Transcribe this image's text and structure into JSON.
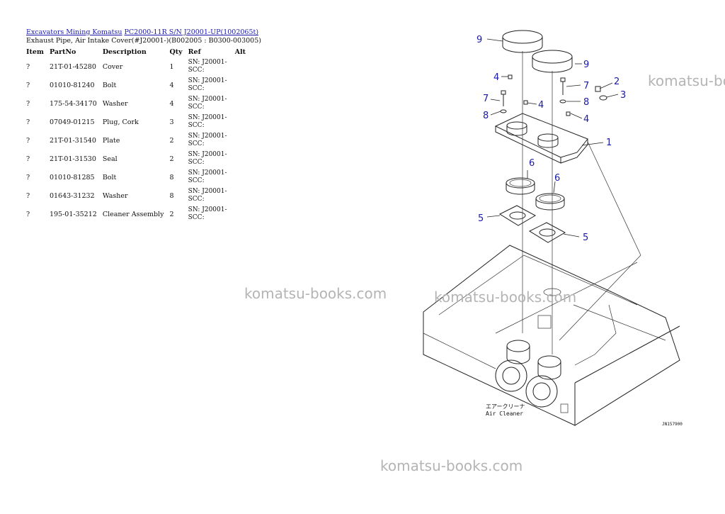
{
  "breadcrumb": {
    "link1": "Excavators Mining Komatsu",
    "link2": "PC2000-11R S/N J20001-UP(1002065t)"
  },
  "subtitle": "Exhaust Pipe, Air Intake Cover(#J20001-)(B002005 : B0300-003005)",
  "table": {
    "headers": {
      "item": "Item",
      "partno": "PartNo",
      "desc": "Description",
      "qty": "Qty",
      "ref": "Ref",
      "alt": "Alt"
    },
    "rows": [
      {
        "item": "?",
        "partno": "21T-01-45280",
        "desc": "Cover",
        "qty": "1",
        "ref": "SN: J20001-SCC:",
        "alt": ""
      },
      {
        "item": "?",
        "partno": "01010-81240",
        "desc": "Bolt",
        "qty": "4",
        "ref": "SN: J20001-SCC:",
        "alt": ""
      },
      {
        "item": "?",
        "partno": "175-54-34170",
        "desc": "Washer",
        "qty": "4",
        "ref": "SN: J20001-SCC:",
        "alt": ""
      },
      {
        "item": "?",
        "partno": "07049-01215",
        "desc": "Plug, Cork",
        "qty": "3",
        "ref": "SN: J20001-SCC:",
        "alt": ""
      },
      {
        "item": "?",
        "partno": "21T-01-31540",
        "desc": "Plate",
        "qty": "2",
        "ref": "SN: J20001-SCC:",
        "alt": ""
      },
      {
        "item": "?",
        "partno": "21T-01-31530",
        "desc": "Seal",
        "qty": "2",
        "ref": "SN: J20001-SCC:",
        "alt": ""
      },
      {
        "item": "?",
        "partno": "01010-81285",
        "desc": "Bolt",
        "qty": "8",
        "ref": "SN: J20001-SCC:",
        "alt": ""
      },
      {
        "item": "?",
        "partno": "01643-31232",
        "desc": "Washer",
        "qty": "8",
        "ref": "SN: J20001-SCC:",
        "alt": ""
      },
      {
        "item": "?",
        "partno": "195-01-35212",
        "desc": "Cleaner Assembly",
        "qty": "2",
        "ref": "SN: J20001-SCC:",
        "alt": ""
      }
    ]
  },
  "watermark": "komatsu-books.com",
  "diagram": {
    "callouts": [
      "9",
      "9",
      "4",
      "4",
      "4",
      "7",
      "7",
      "8",
      "8",
      "2",
      "3",
      "1",
      "6",
      "6",
      "5",
      "5"
    ],
    "jp_label": "エアークリーナ",
    "en_label": "Air Cleaner",
    "code": "JN157900"
  }
}
